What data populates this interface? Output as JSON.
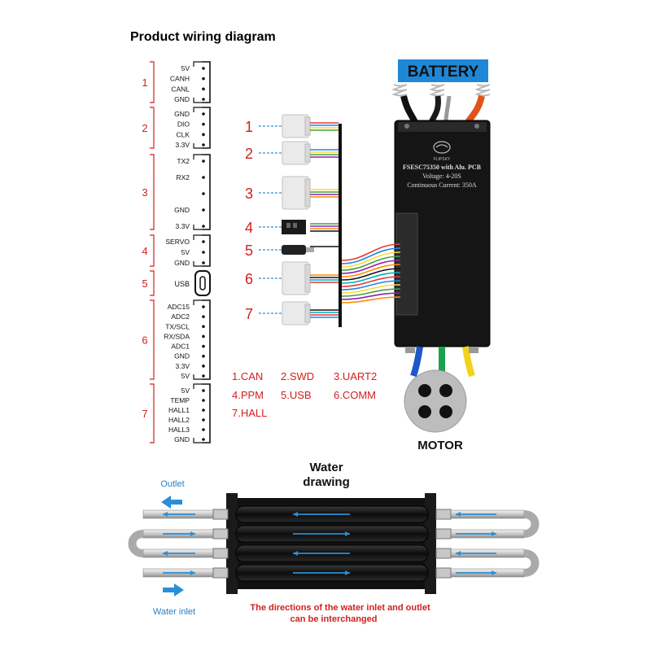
{
  "wiring": {
    "title": "Product wiring diagram",
    "groups": [
      {
        "num": "1",
        "pins": [
          "5V",
          "CANH",
          "CANL",
          "GND"
        ]
      },
      {
        "num": "2",
        "pins": [
          "GND",
          "DIO",
          "CLK",
          "3.3V"
        ]
      },
      {
        "num": "3",
        "pins": [
          "TX2",
          "RX2",
          "",
          "GND",
          "3.3V"
        ]
      },
      {
        "num": "4",
        "pins": [
          "SERVO",
          "5V",
          "GND"
        ]
      },
      {
        "num": "5",
        "pins": [
          "USB"
        ]
      },
      {
        "num": "6",
        "pins": [
          "ADC15",
          "ADC2",
          "TX/SCL",
          "RX/SDA",
          "ADC1",
          "GND",
          "3.3V",
          "5V"
        ]
      },
      {
        "num": "7",
        "pins": [
          "5V",
          "TEMP",
          "HALL1",
          "HALL2",
          "HALL3",
          "GND"
        ]
      }
    ],
    "connectors": [
      "1",
      "2",
      "3",
      "4",
      "5",
      "6",
      "7"
    ],
    "legend": [
      "1.CAN",
      "2.SWD",
      "3.UART2",
      "4.PPM",
      "5.USB",
      "6.COMM",
      "7.HALL"
    ]
  },
  "device": {
    "battery_label": "BATTERY",
    "brand": "FLIPSKY",
    "model": "FSESC75350 with Alu. PCB",
    "voltage": "Voltage: 4-20S",
    "current": "Continuous Current: 350A",
    "motor_label": "MOTOR"
  },
  "water": {
    "title_line1": "Water",
    "title_line2": "drawing",
    "outlet_label": "Outlet",
    "inlet_label": "Water inlet",
    "note_line1": "The directions of the water inlet and outlet",
    "note_line2": "can be interchanged"
  },
  "colors": {
    "accent_red": "#d0211c",
    "arrow_blue": "#2a8fd6",
    "battery_bg": "#1e88d8",
    "esc_body": "#151515"
  }
}
